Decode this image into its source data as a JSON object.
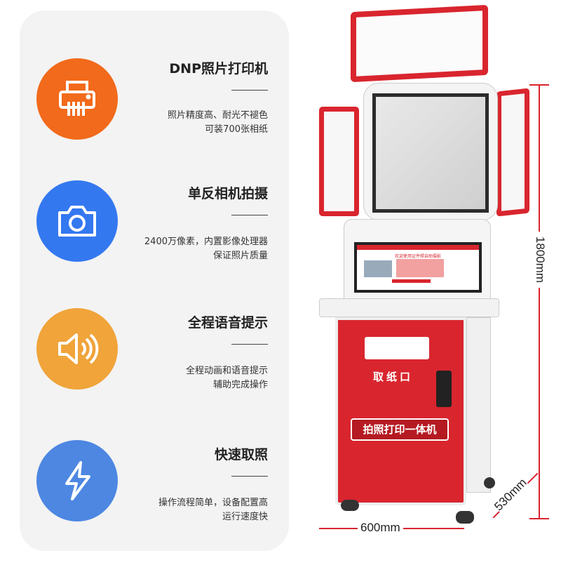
{
  "features": [
    {
      "title": "DNP照片打印机",
      "desc": [
        "照片精度高、耐光不褪色",
        "可装700张相纸"
      ],
      "icon": "printer-icon",
      "color": "#f26a1b"
    },
    {
      "title": "单反相机拍摄",
      "desc": [
        "2400万像素，内置影像处理器",
        "保证照片质量"
      ],
      "icon": "camera-icon",
      "color": "#3478f0"
    },
    {
      "title": "全程语音提示",
      "desc": [
        "全程动画和语音提示",
        "辅助完成操作"
      ],
      "icon": "speaker-icon",
      "color": "#f0a43a"
    },
    {
      "title": "快速取照",
      "desc": [
        "操作流程简单，设备配置高",
        "运行速度快"
      ],
      "icon": "lightning-icon",
      "color": "#4d87e2"
    }
  ],
  "kiosk": {
    "screen_text": "欢迎使用证件照自助摄影",
    "slot_label": "取纸口",
    "product_label": "拍照打印一体机",
    "red": "#d9252e"
  },
  "dimensions": {
    "height": "1800mm",
    "width": "600mm",
    "depth": "530mm"
  }
}
